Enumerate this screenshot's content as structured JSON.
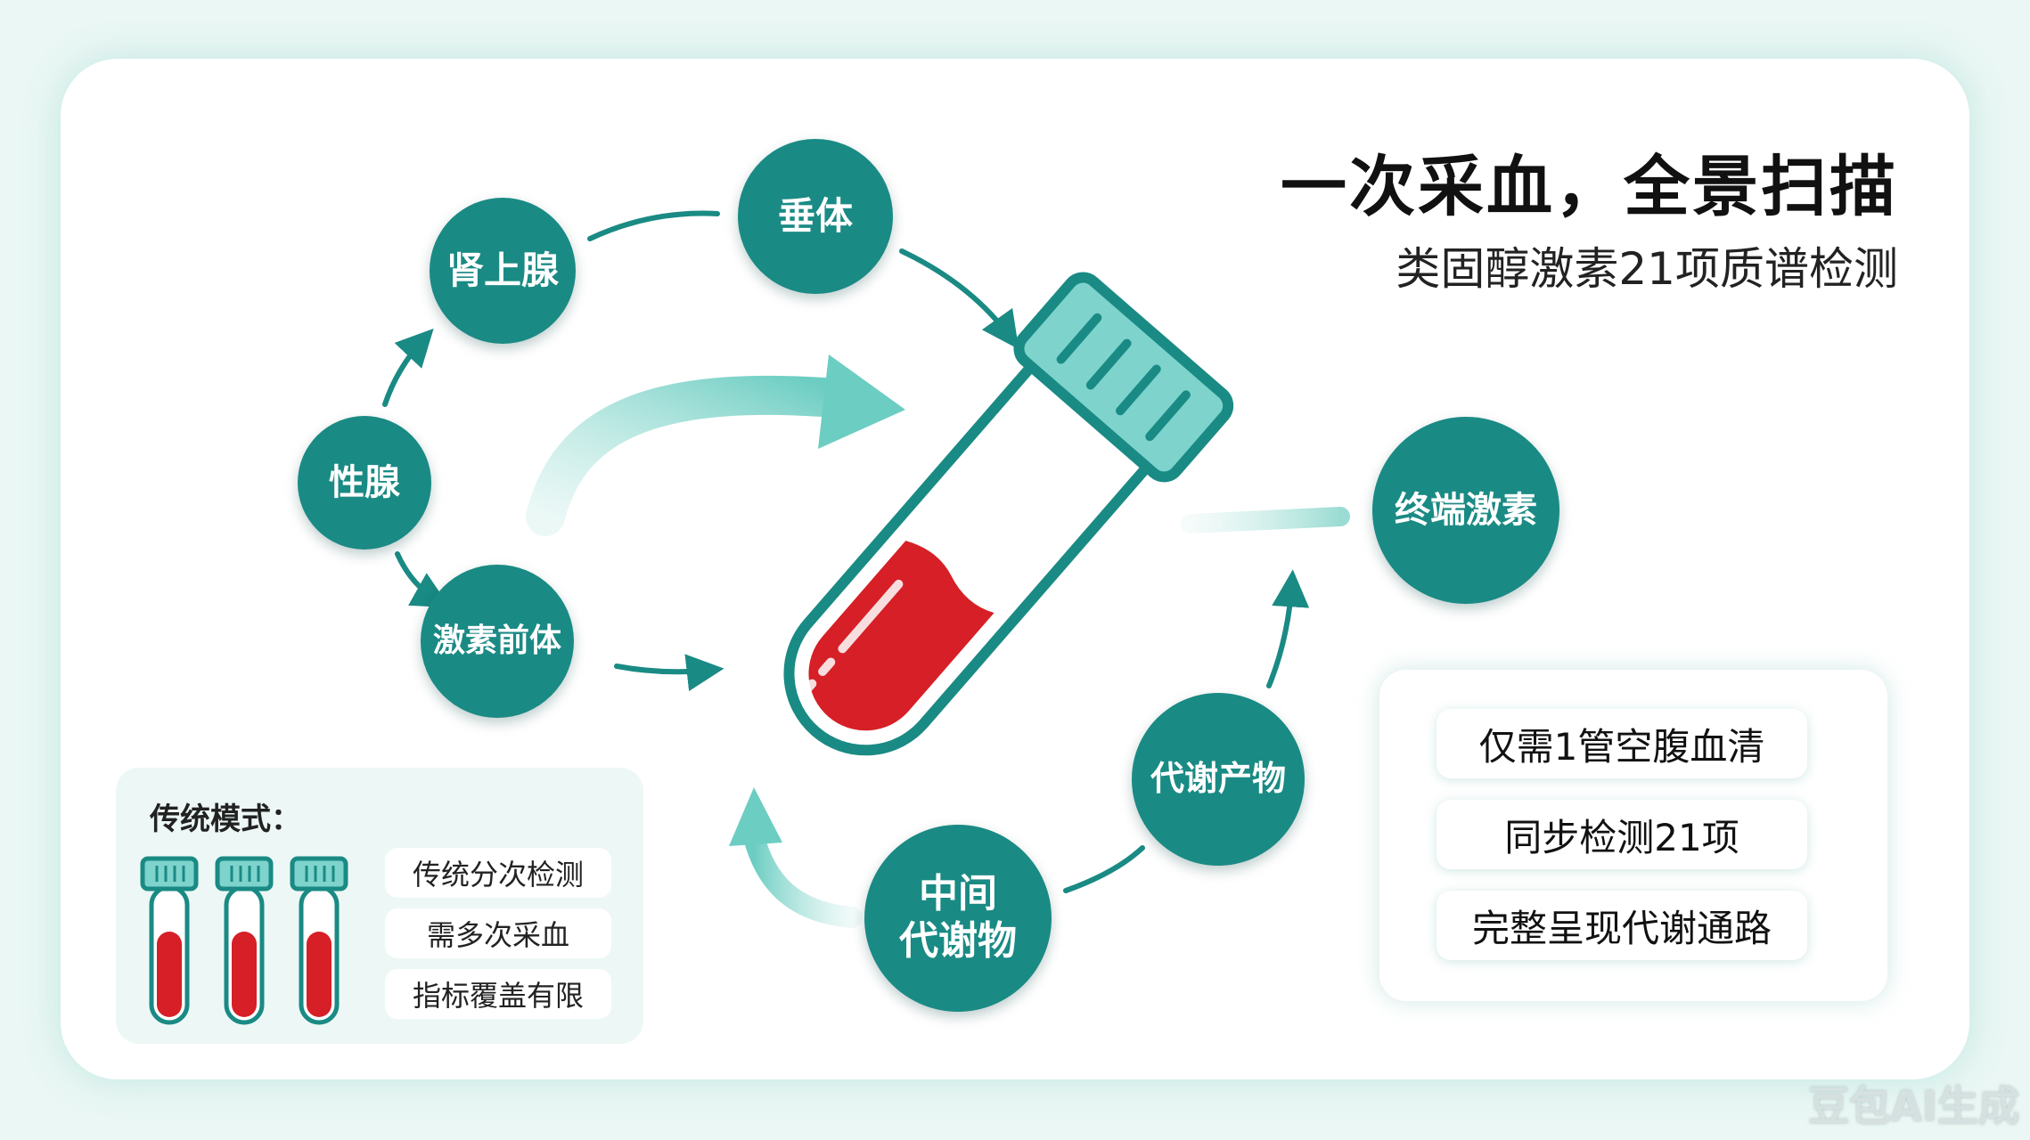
{
  "header": {
    "title": "一次采血，全景扫描",
    "subtitle": "类固醇激素21项质谱检测"
  },
  "cycle_nodes": {
    "adrenal": "肾上腺",
    "pituitary": "垂体",
    "gonad": "性腺",
    "precursor": "激素前体",
    "terminal": "终端激素",
    "metabolite_product": "代谢产物",
    "intermediate": "中间\n代谢物"
  },
  "traditional": {
    "title": "传统模式：",
    "items": [
      "传统分次检测",
      "需多次采血",
      "指标覆盖有限"
    ]
  },
  "benefits": {
    "items": [
      "仅需1管空腹血清",
      "同步检测21项",
      "完整呈现代谢通路"
    ]
  },
  "watermark": "豆包AI生成",
  "colors": {
    "node": "#1a8a84",
    "accent_light": "#7fd6cc",
    "blood": "#d61f26",
    "tube_cap": "#7ed3cd"
  }
}
